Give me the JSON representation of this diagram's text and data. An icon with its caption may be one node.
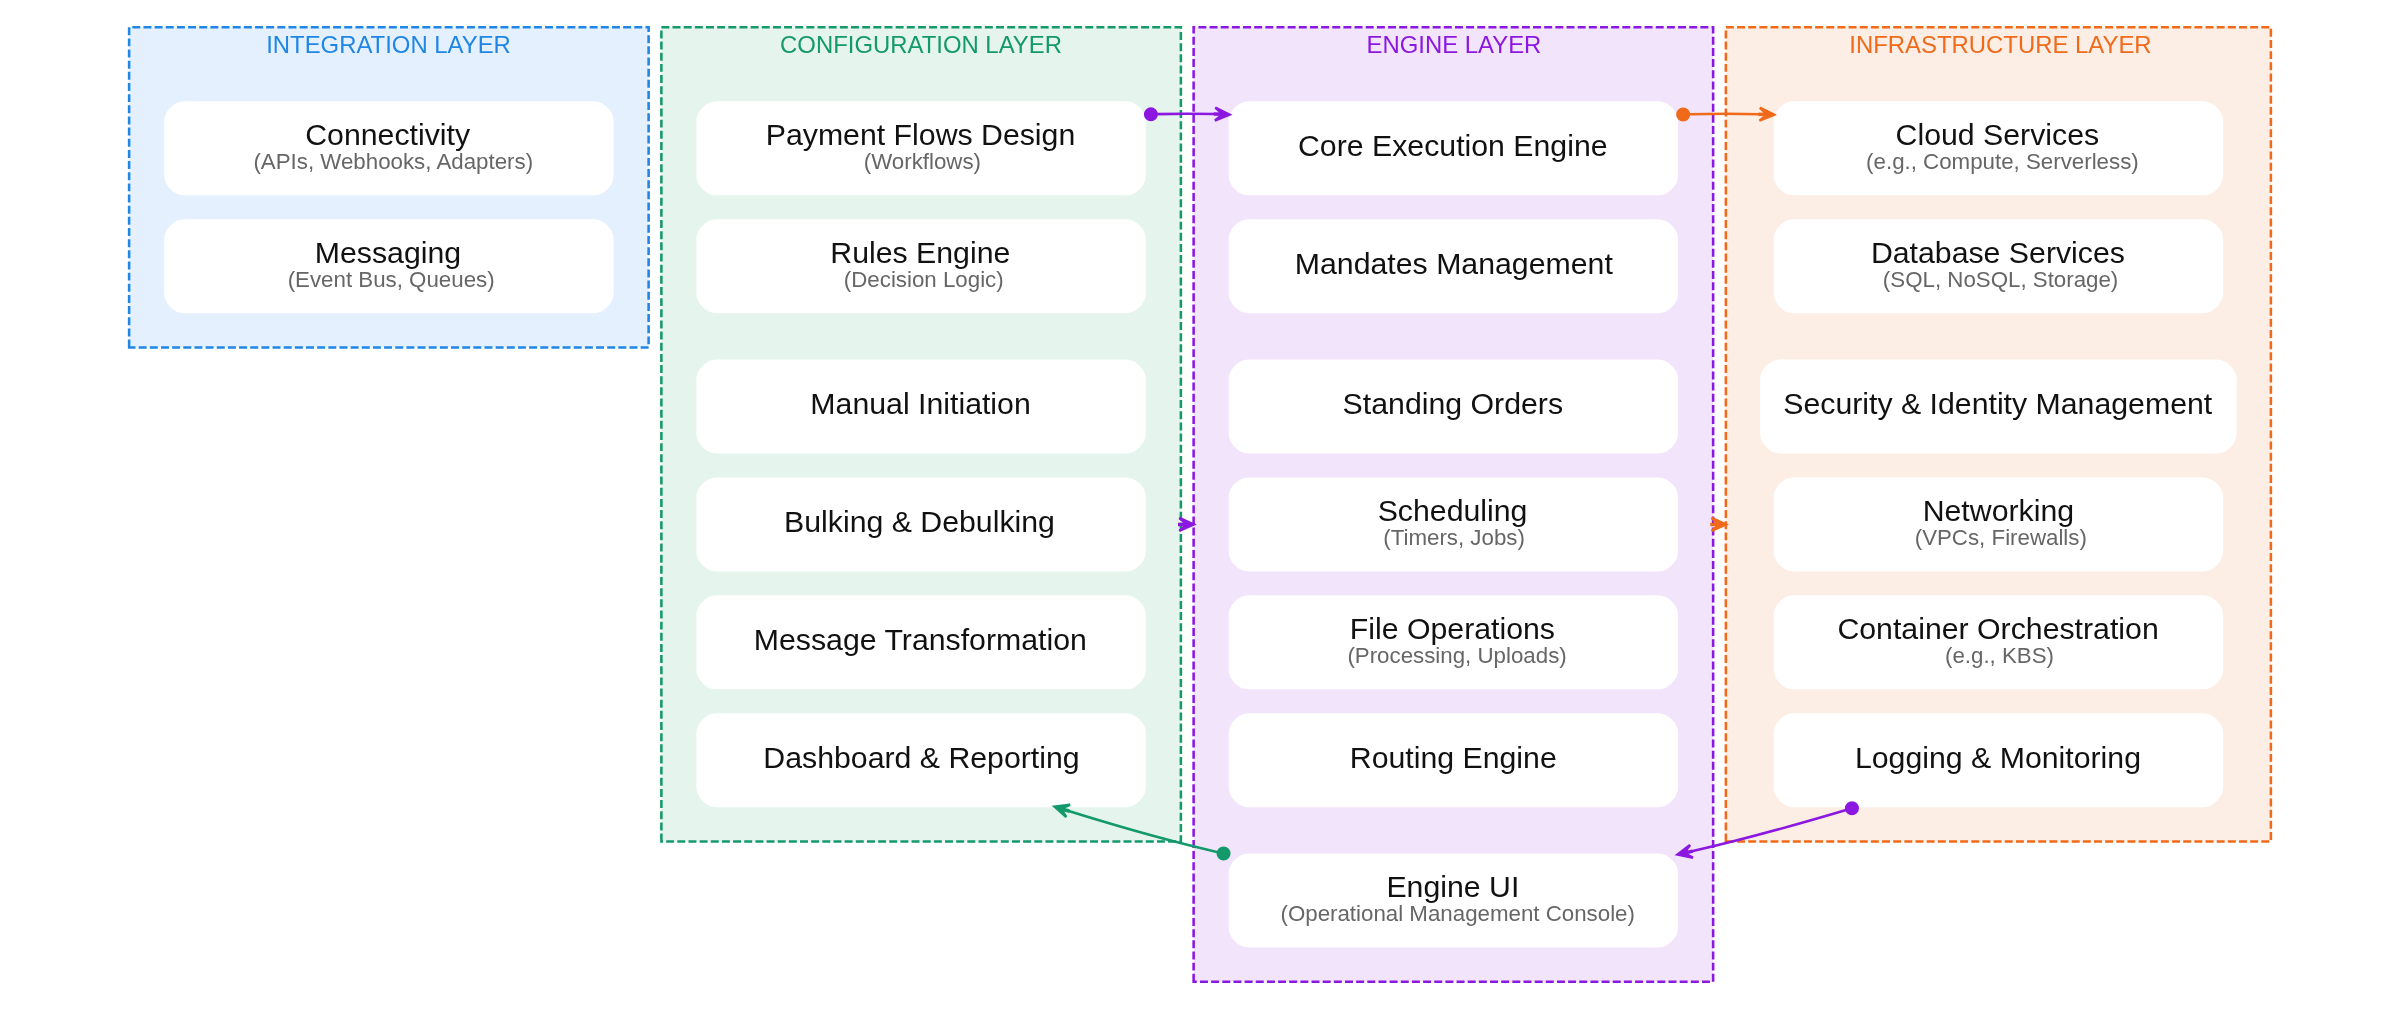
{
  "diagram": {
    "nodes": [
      {
        "text": [
          "INTEGRATION LAYER"
        ]
      },
      {
        "text": [
          "Connectivity",
          "(APIs, Webhooks, Adapters)"
        ],
        "in": 0
      },
      {
        "text": [
          "Messaging",
          "(Event Bus, Queues)"
        ],
        "in": 0
      },
      {
        "text": [
          "CONFIGURATION LAYER"
        ]
      },
      {
        "text": [
          "Payment Flows Design",
          "(Workflows)"
        ],
        "in": 3
      },
      {
        "text": [
          "Rules Engine",
          "(Decision Logic)"
        ],
        "in": 3
      },
      {
        "text": [
          "Manual Initiation"
        ],
        "in": 3
      },
      {
        "text": [
          "Bulking & Debulking"
        ],
        "in": 3
      },
      {
        "text": [
          "Message Transformation"
        ],
        "in": 3
      },
      {
        "text": [
          "Dashboard & Reporting"
        ],
        "in": 3
      },
      {
        "text": [
          "ENGINE LAYER"
        ]
      },
      {
        "text": [
          "Core Execution Engine"
        ],
        "in": 10
      },
      {
        "text": [
          "Mandates Management"
        ],
        "in": 10
      },
      {
        "text": [
          "Standing Orders"
        ],
        "in": 10
      },
      {
        "text": [
          "Scheduling",
          "(Timers, Jobs)"
        ],
        "in": 10
      },
      {
        "text": [
          "File Operations",
          "(Processing, Uploads)"
        ],
        "in": 10
      },
      {
        "text": [
          "Routing Engine"
        ],
        "in": 10
      },
      {
        "text": [
          "Engine UI",
          "(Operational Management Console)"
        ],
        "in": 10
      },
      {
        "text": [
          "INFRASTRUCTURE LAYER"
        ]
      },
      {
        "text": [
          "Cloud Services",
          "(e.g., Compute, Serverless)"
        ],
        "in": 18
      },
      {
        "text": [
          "Database Services",
          "(SQL, NoSQL, Storage)"
        ],
        "in": 18
      },
      {
        "text": [
          "Security & Identity Management"
        ],
        "in": 18
      },
      {
        "text": [
          "Networking",
          "(VPCs, Firewalls)"
        ],
        "in": 18
      },
      {
        "text": [
          "Container Orchestration",
          "(e.g., KBS)"
        ],
        "in": 18
      },
      {
        "text": [
          "Logging & Monitoring"
        ],
        "in": 18
      }
    ],
    "edges": [
      {
        "from": 3,
        "to": 10,
        "arrow": "to"
      },
      {
        "from": 10,
        "to": 18,
        "arrow": "to",
        "color": "#f06a1a"
      },
      {
        "from": 4,
        "to": 11,
        "arrow": "to"
      },
      {
        "from": 11,
        "to": 19,
        "arrow": "to",
        "color": "#f06a1a"
      },
      {
        "from": 24,
        "to": 17,
        "arrow": "to"
      },
      {
        "from": 17,
        "to": 9,
        "arrow": "to",
        "color": "#14996b"
      }
    ]
  }
}
